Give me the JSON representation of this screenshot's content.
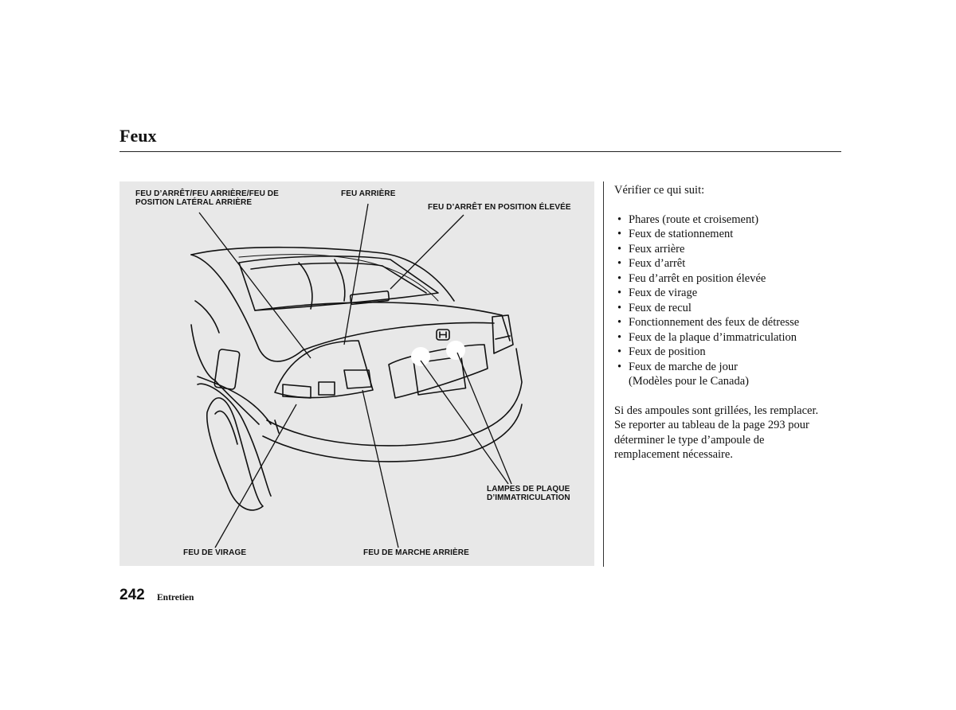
{
  "header": {
    "title": "Feux"
  },
  "figure": {
    "callouts": {
      "stop_tail_side": "FEU D’ARRÊT/FEU ARRIÈRE/FEU DE\nPOSITION LATÉRAL ARRIÈRE",
      "tail": "FEU ARRIÈRE",
      "high_mount_stop": "FEU D’ARRÊT EN POSITION ÉLEVÉE",
      "license_lamps": "LAMPES DE PLAQUE\nD’IMMATRICULATION",
      "turn": "FEU DE VIRAGE",
      "backup": "FEU DE MARCHE ARRIÈRE"
    },
    "illustration_icon": "car-rear-line-drawing"
  },
  "content": {
    "intro": "Vérifier ce qui suit:",
    "checklist": [
      "Phares (route et croisement)",
      "Feux de stationnement",
      "Feux arrière",
      "Feux d’arrêt",
      "Feu d’arrêt en position élevée",
      "Feux de virage",
      "Feux de recul",
      "Fonctionnement des feux de détresse",
      "Feux de la plaque d’immatriculation",
      "Feux de position",
      "Feux de marche de jour\n(Modèles pour le Canada)"
    ],
    "bullet_char": "•",
    "closing": "Si des ampoules sont grillées, les remplacer.\nSe reporter au tableau de la page 293 pour\ndéterminer le type d’ampoule de\nremplacement nécessaire."
  },
  "footer": {
    "page_number": "242",
    "section": "Entretien"
  }
}
